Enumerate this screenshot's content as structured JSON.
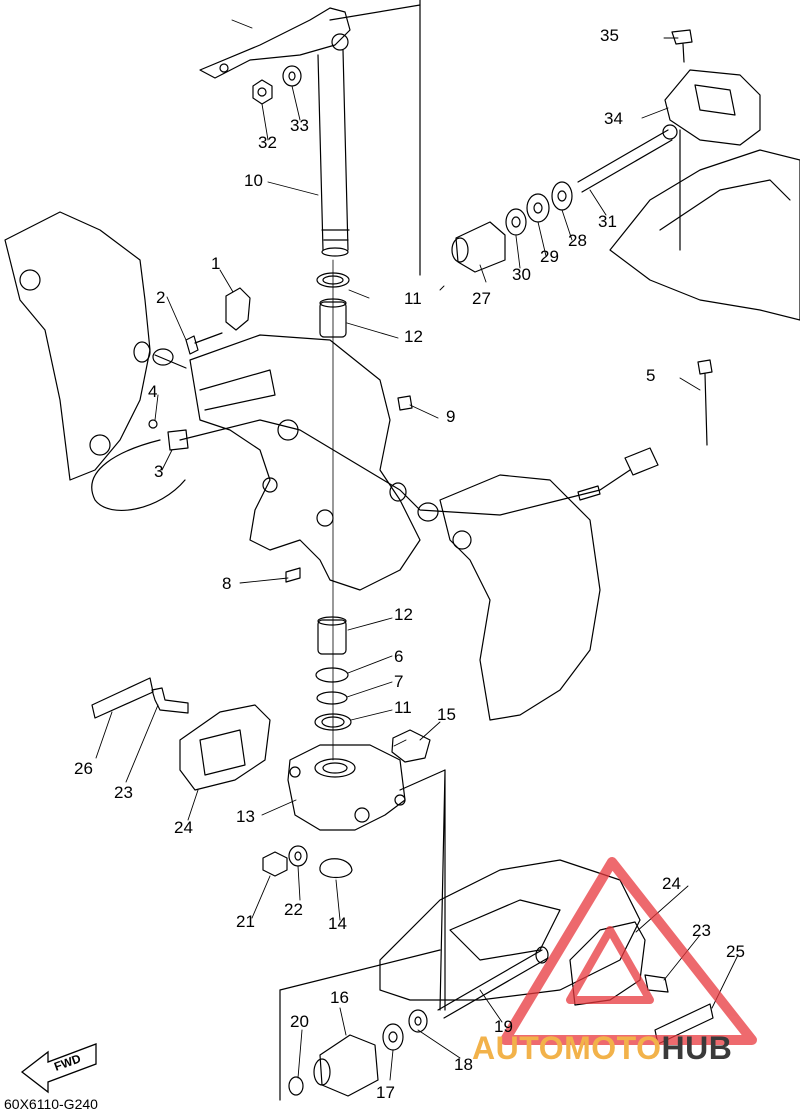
{
  "diagram_code": "60X6110-G240",
  "fwd_label": "FWD",
  "watermark": {
    "part1": "AUTOMOTO",
    "part2": "HUB",
    "color1": "#f2b24a",
    "color2": "#3a3a3a",
    "triangle_color": "#e8383d"
  },
  "callouts": [
    {
      "id": "c1",
      "text": "1"
    },
    {
      "id": "c2",
      "text": "2"
    },
    {
      "id": "c3",
      "text": "3"
    },
    {
      "id": "c4",
      "text": "4"
    },
    {
      "id": "c5",
      "text": "5"
    },
    {
      "id": "c6",
      "text": "6"
    },
    {
      "id": "c7",
      "text": "7"
    },
    {
      "id": "c8",
      "text": "8"
    },
    {
      "id": "c9",
      "text": "9"
    },
    {
      "id": "c10",
      "text": "10"
    },
    {
      "id": "c11a",
      "text": "11"
    },
    {
      "id": "c11b",
      "text": "11"
    },
    {
      "id": "c12a",
      "text": "12"
    },
    {
      "id": "c12b",
      "text": "12"
    },
    {
      "id": "c13",
      "text": "13"
    },
    {
      "id": "c14",
      "text": "14"
    },
    {
      "id": "c15",
      "text": "15"
    },
    {
      "id": "c16",
      "text": "16"
    },
    {
      "id": "c17",
      "text": "17"
    },
    {
      "id": "c18",
      "text": "18"
    },
    {
      "id": "c19",
      "text": "19"
    },
    {
      "id": "c20",
      "text": "20"
    },
    {
      "id": "c21",
      "text": "21"
    },
    {
      "id": "c22",
      "text": "22"
    },
    {
      "id": "c23a",
      "text": "23"
    },
    {
      "id": "c23b",
      "text": "23"
    },
    {
      "id": "c24a",
      "text": "24"
    },
    {
      "id": "c24b",
      "text": "24"
    },
    {
      "id": "c25",
      "text": "25"
    },
    {
      "id": "c26",
      "text": "26"
    },
    {
      "id": "c27",
      "text": "27"
    },
    {
      "id": "c28",
      "text": "28"
    },
    {
      "id": "c29",
      "text": "29"
    },
    {
      "id": "c30",
      "text": "30"
    },
    {
      "id": "c31",
      "text": "31"
    },
    {
      "id": "c32",
      "text": "32"
    },
    {
      "id": "c33",
      "text": "33"
    },
    {
      "id": "c34",
      "text": "34"
    },
    {
      "id": "c35",
      "text": "35"
    }
  ]
}
